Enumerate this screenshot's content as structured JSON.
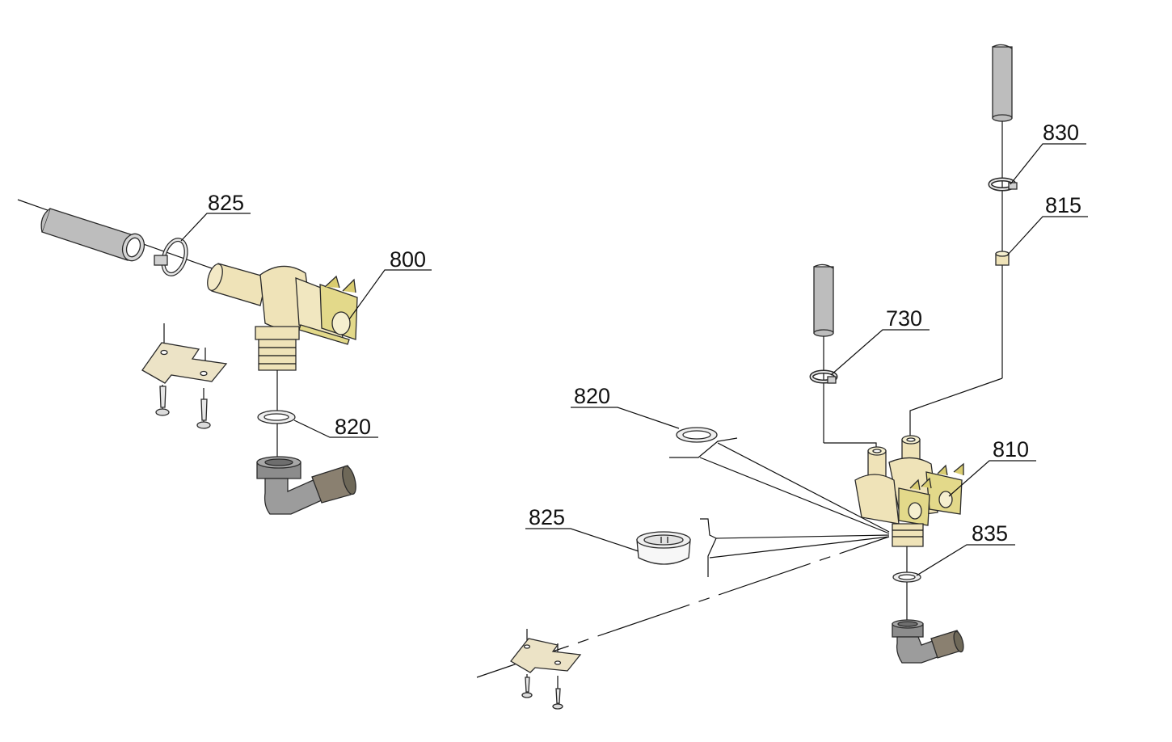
{
  "callouts": {
    "left_clamp": "825",
    "left_valve": "800",
    "left_washer": "820",
    "right_washer": "820",
    "right_cap": "825",
    "single_valve_hose_clamp": "730",
    "top_clamp": "830",
    "restrictor": "815",
    "double_valve": "810",
    "right_small_washer": "835"
  },
  "colors": {
    "hose_grey": "#bdbdbd",
    "valve_cream": "#efe3b8",
    "coil_yellow": "#e3d98a",
    "bracket": "#ece3c6",
    "elbow_grey": "#8c8c8c",
    "elbow_tan": "#8a8070"
  }
}
